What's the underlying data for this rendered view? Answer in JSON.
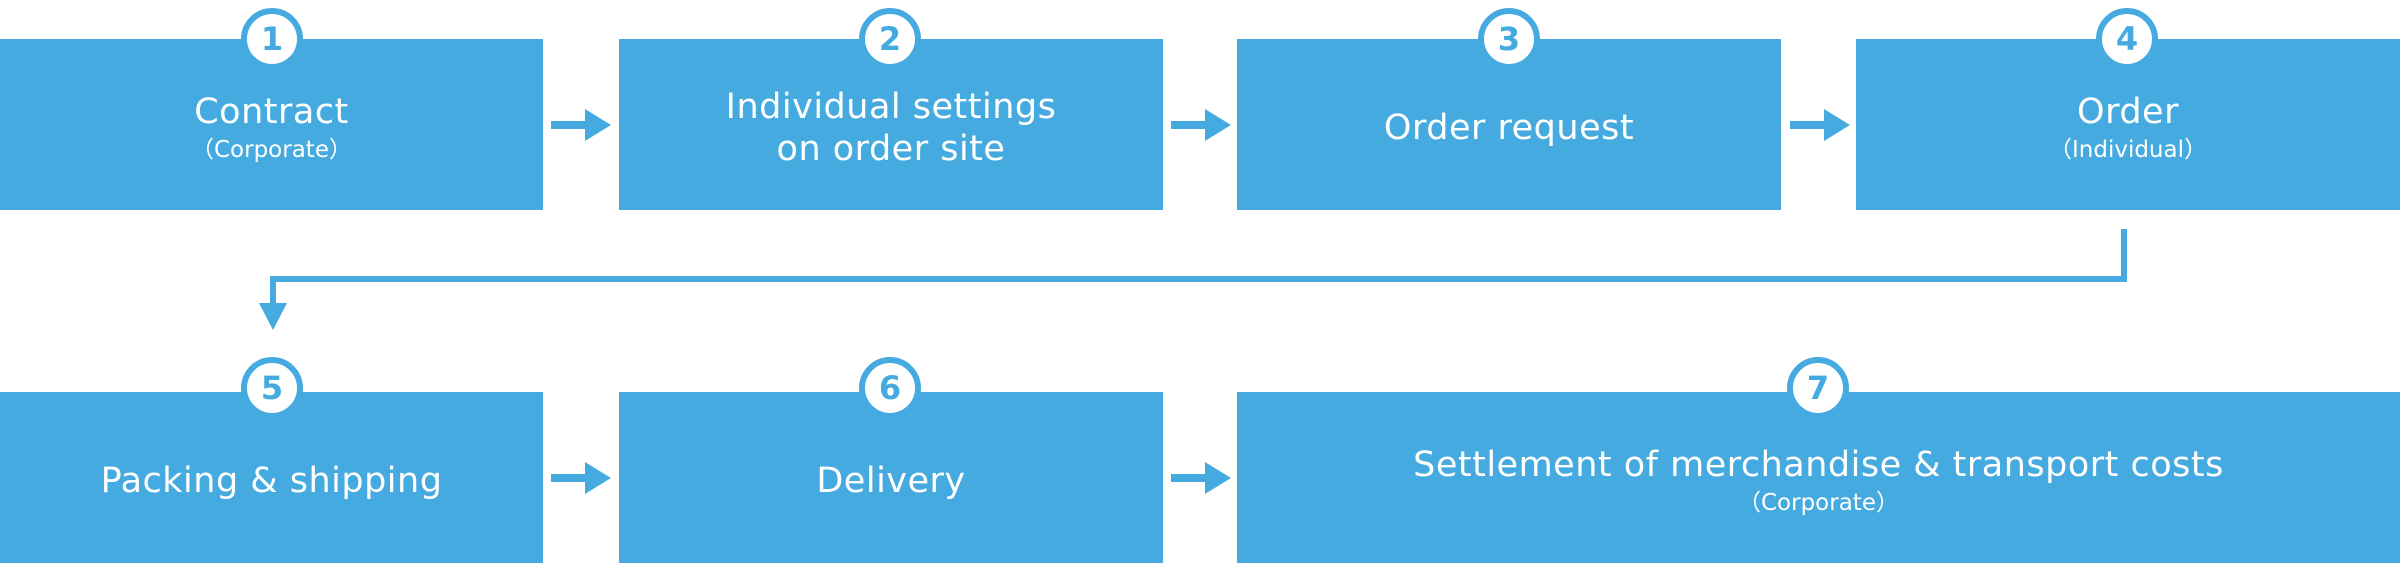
{
  "steps": [
    {
      "number": "1",
      "title": "Contract",
      "subtitle": "（Corporate）"
    },
    {
      "number": "2",
      "title": "Individual settings\non order site",
      "subtitle": ""
    },
    {
      "number": "3",
      "title": "Order request",
      "subtitle": ""
    },
    {
      "number": "4",
      "title": "Order",
      "subtitle": "（Individual）"
    },
    {
      "number": "5",
      "title": "Packing & shipping",
      "subtitle": ""
    },
    {
      "number": "6",
      "title": "Delivery",
      "subtitle": ""
    },
    {
      "number": "7",
      "title": "Settlement of merchandise & transport costs",
      "subtitle": "（Corporate）"
    }
  ],
  "colors": {
    "accent": "#44aadf",
    "text_on_accent": "#ffffff",
    "background": "#ffffff"
  }
}
